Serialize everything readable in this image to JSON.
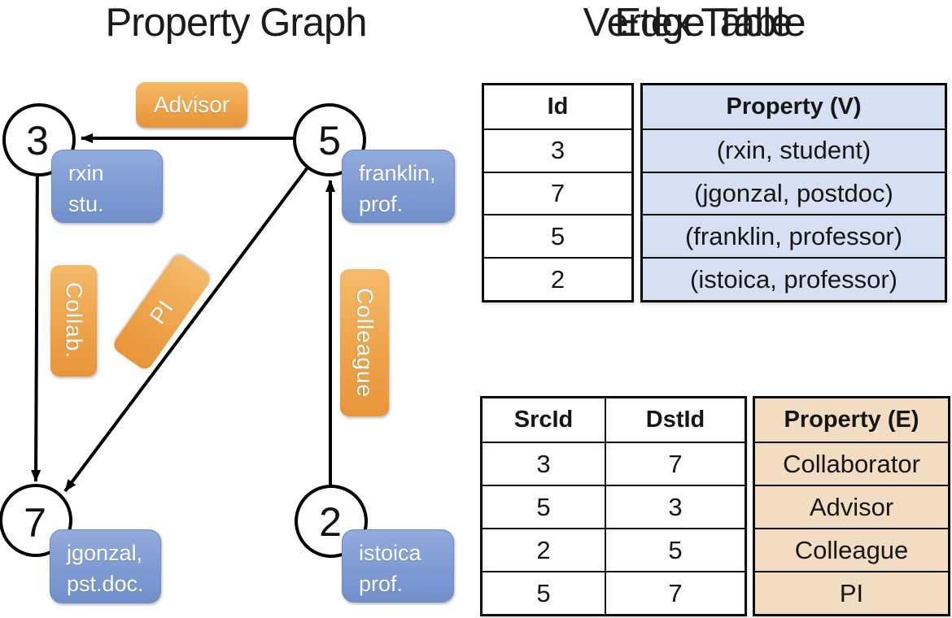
{
  "graph": {
    "title": "Property Graph",
    "vertices": [
      {
        "id": "3",
        "lines": [
          "rxin",
          "stu."
        ]
      },
      {
        "id": "5",
        "lines": [
          "franklin,",
          "prof."
        ]
      },
      {
        "id": "7",
        "lines": [
          "jgonzal,",
          "pst.doc."
        ]
      },
      {
        "id": "2",
        "lines": [
          "istoica",
          "prof."
        ]
      }
    ],
    "edges": [
      {
        "from": "5",
        "to": "3",
        "label": "Advisor"
      },
      {
        "from": "3",
        "to": "7",
        "label": "Collab."
      },
      {
        "from": "5",
        "to": "7",
        "label": "PI"
      },
      {
        "from": "2",
        "to": "5",
        "label": "Colleague"
      }
    ]
  },
  "vertex_table": {
    "title": "Vertex Table",
    "headers": {
      "id": "Id",
      "property": "Property (V)"
    },
    "rows": [
      {
        "id": "3",
        "property": "(rxin, student)"
      },
      {
        "id": "7",
        "property": "(jgonzal, postdoc)"
      },
      {
        "id": "5",
        "property": "(franklin, professor)"
      },
      {
        "id": "2",
        "property": "(istoica, professor)"
      }
    ]
  },
  "edge_table": {
    "title": "Edge Table",
    "headers": {
      "src": "SrcId",
      "dst": "DstId",
      "property": "Property (E)"
    },
    "rows": [
      {
        "src": "3",
        "dst": "7",
        "property": "Collaborator"
      },
      {
        "src": "5",
        "dst": "3",
        "property": "Advisor"
      },
      {
        "src": "2",
        "dst": "5",
        "property": "Colleague"
      },
      {
        "src": "5",
        "dst": "7",
        "property": "PI"
      }
    ]
  },
  "colors": {
    "edge_label_orange_top": "#F4BA6A",
    "edge_label_orange_bottom": "#E8953A",
    "vertex_label_blue_top": "#92AADD",
    "vertex_label_blue_bottom": "#7190CB",
    "vertex_table_fill": "#D7E0F2",
    "edge_table_fill": "#F3DDC2",
    "line_black": "#000000"
  }
}
